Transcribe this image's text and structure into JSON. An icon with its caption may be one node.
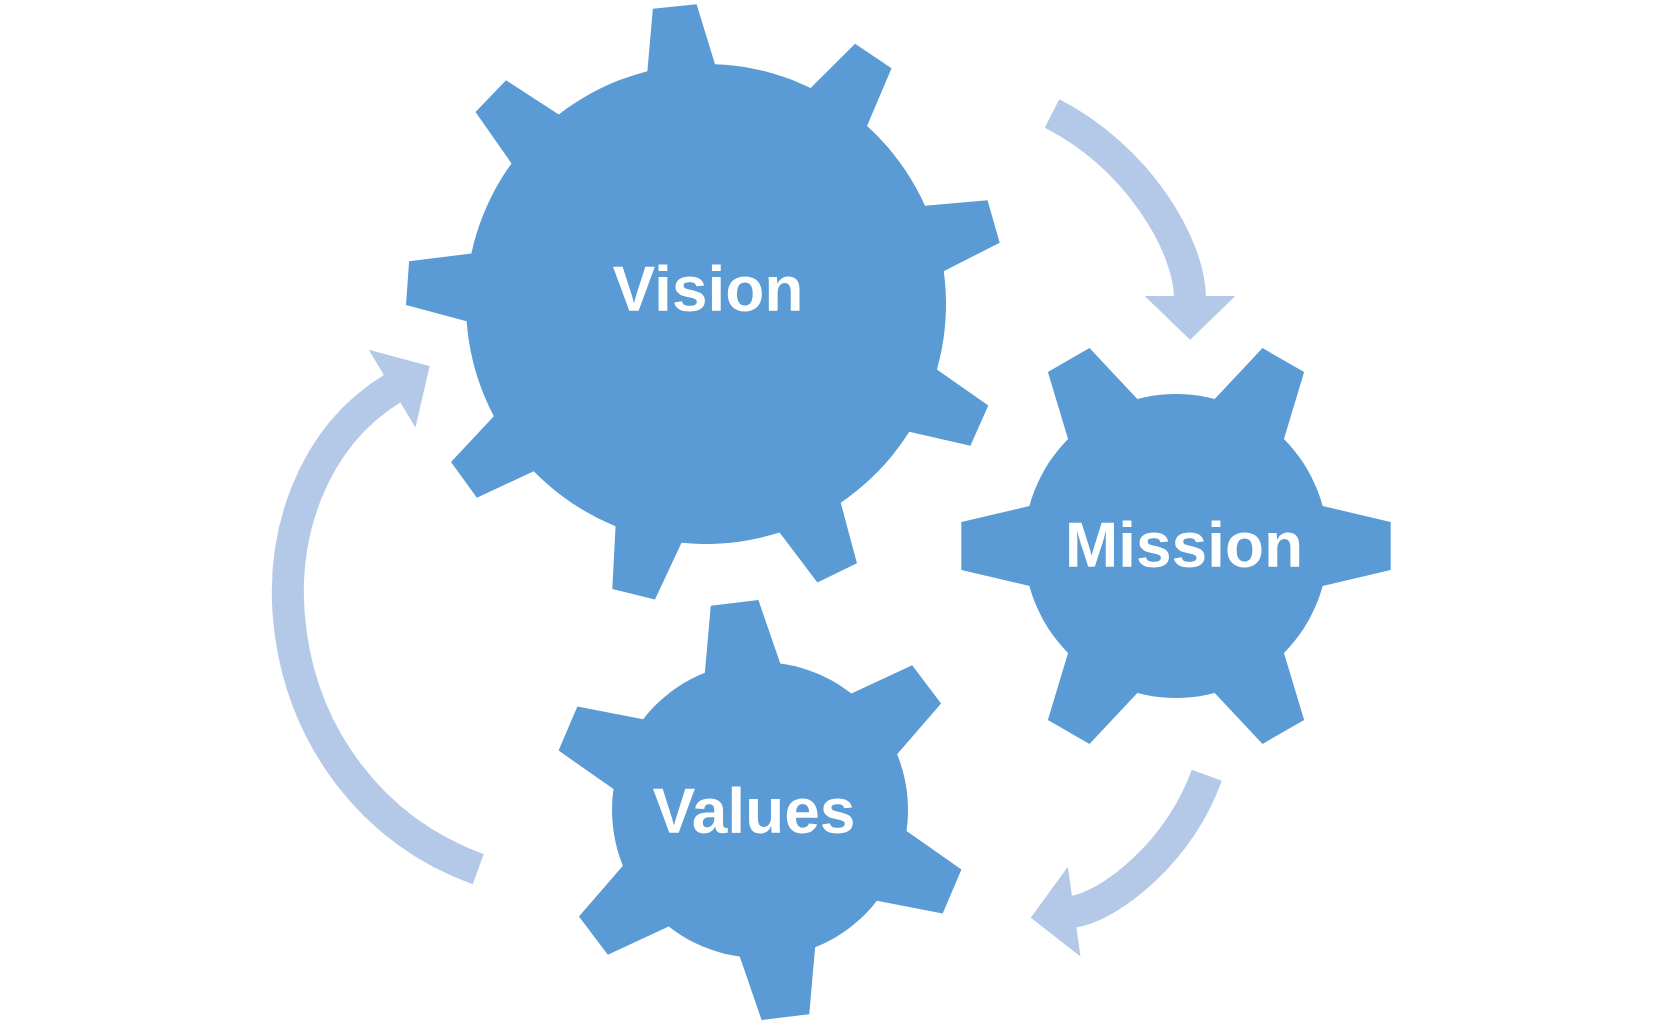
{
  "diagram": {
    "nodes": [
      {
        "text": [
          "Vision"
        ]
      },
      {
        "text": [
          "Mission"
        ]
      },
      {
        "text": [
          "Values"
        ]
      }
    ],
    "edges": [
      {
        "from": 0,
        "to": 1,
        "arrow": "to"
      },
      {
        "from": 1,
        "to": 2,
        "arrow": "to"
      },
      {
        "from": 2,
        "to": 0,
        "arrow": "to"
      }
    ]
  }
}
